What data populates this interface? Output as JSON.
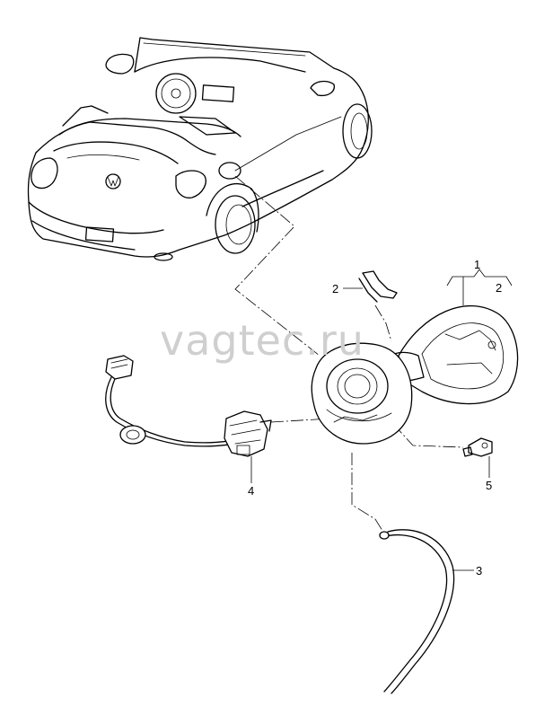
{
  "watermark": "vagtec.ru",
  "callouts": {
    "c1": "1",
    "c2a": "2",
    "c2b": "2",
    "c3": "3",
    "c4": "4",
    "c5": "5"
  }
}
